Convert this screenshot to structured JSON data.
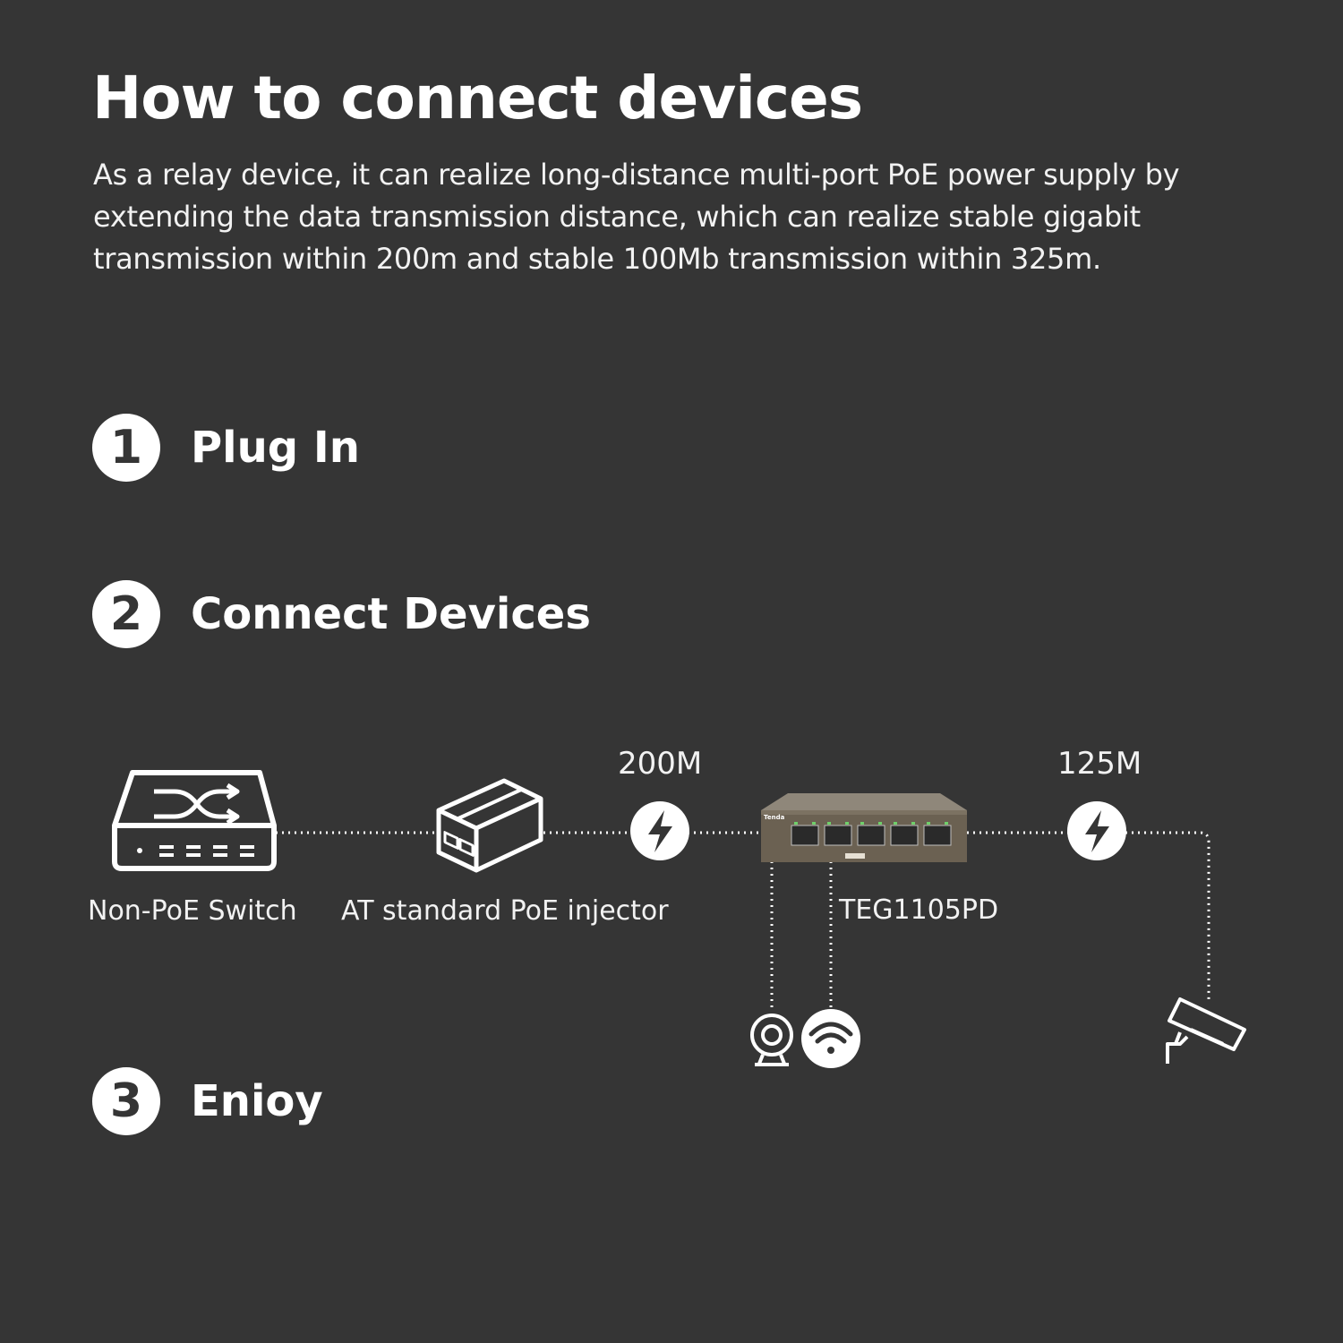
{
  "header": {
    "title": "How to connect devices",
    "description": "As a relay device, it can realize long-distance multi-port PoE power supply by extending the data transmission distance, which can realize stable gigabit transmission within 200m and stable 100Mb transmission within 325m."
  },
  "steps": [
    {
      "number": "1",
      "label": "Plug In"
    },
    {
      "number": "2",
      "label": "Connect Devices"
    },
    {
      "number": "3",
      "label": "Enioy"
    }
  ],
  "diagram": {
    "devices": {
      "switch": "Non-PoE Switch",
      "injector": "AT standard PoE injector",
      "extender": "TEG1105PD"
    },
    "distances": {
      "first": "200M",
      "second": "125M"
    },
    "icons": [
      "switch-icon",
      "injector-box-icon",
      "lightning-icon",
      "webcam-icon",
      "wifi-icon",
      "cctv-camera-icon"
    ],
    "colors": {
      "background": "#353535",
      "foreground": "#ffffff",
      "device_body": "#6b6152"
    }
  }
}
